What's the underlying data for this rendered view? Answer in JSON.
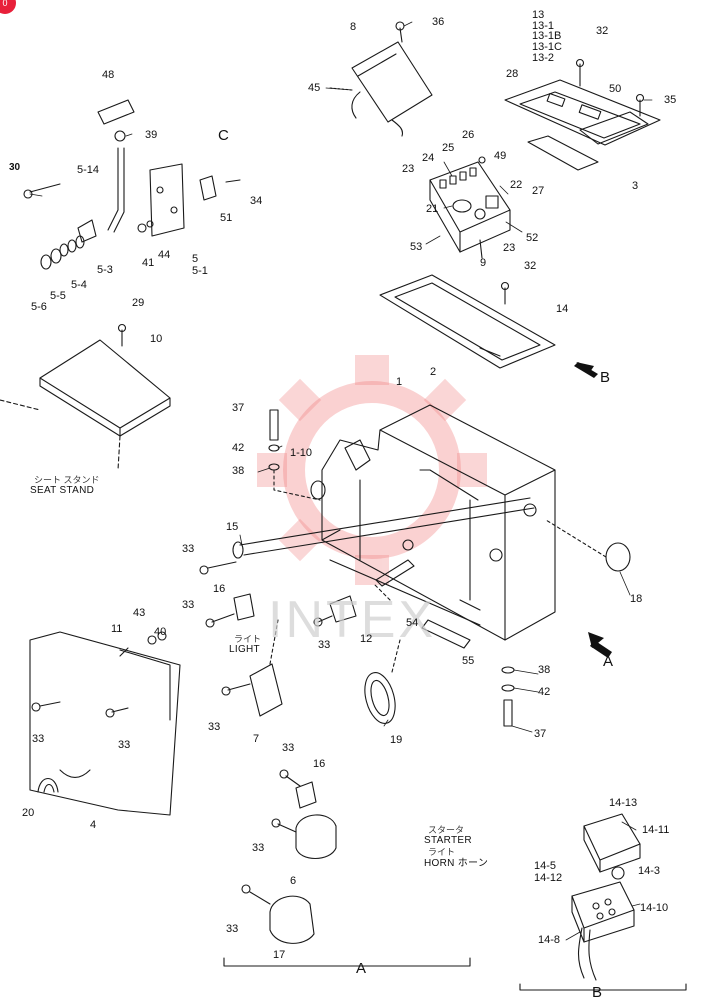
{
  "corner_badge": "0",
  "watermark": "INTEX",
  "view_labels": {
    "a": "A",
    "b": "B",
    "c": "C",
    "a_bottom": "A",
    "b_bottom": "B"
  },
  "text_labels": {
    "seat_stand_jp": "シート スタンド",
    "seat_stand": "SEAT STAND",
    "light_jp": "ライト",
    "light": "LIGHT",
    "starter_jp": "スタータ",
    "starter": "STARTER",
    "light_jp2": "ライト",
    "horn": "HORN ホーン"
  },
  "parts": {
    "p8": "8",
    "p36": "36",
    "p45": "45",
    "p13": "13",
    "p13_1": "13-1",
    "p13_1b": "13-1B",
    "p13_1c": "13-1C",
    "p13_2": "13-2",
    "p32a": "32",
    "p28": "28",
    "p50": "50",
    "p35": "35",
    "p3": "3",
    "p26": "26",
    "p25": "25",
    "p24": "24",
    "p23a": "23",
    "p49": "49",
    "p22": "22",
    "p27": "27",
    "p21": "21",
    "p52": "52",
    "p53": "53",
    "p9": "9",
    "p23b": "23",
    "p32b": "32",
    "p14": "14",
    "p48": "48",
    "p39": "39",
    "p30": "30",
    "p5_14": "5-14",
    "p34": "34",
    "p51": "51",
    "p44": "44",
    "p41": "41",
    "p5": "5",
    "p5_1": "5-1",
    "p5_3": "5-3",
    "p5_4": "5-4",
    "p5_5": "5-5",
    "p5_6": "5-6",
    "p29": "29",
    "p10": "10",
    "p1": "1",
    "p2": "2",
    "p37a": "37",
    "p42a": "42",
    "p1_10": "1-10",
    "p38a": "38",
    "p15": "15",
    "p33a": "33",
    "p16a": "16",
    "p33b": "33",
    "p12": "12",
    "p33c": "33",
    "p54": "54",
    "p55": "55",
    "p18": "18",
    "p43": "43",
    "p40": "40",
    "p11": "11",
    "p33d": "33",
    "p7": "7",
    "p33e": "33",
    "p33f": "33",
    "p38b": "38",
    "p42b": "42",
    "p37b": "37",
    "p19": "19",
    "p20": "20",
    "p4": "4",
    "p33g": "33",
    "p16b": "16",
    "p33h": "33",
    "p6": "6",
    "p33i": "33",
    "p17": "17",
    "p14_13": "14-13",
    "p14_11": "14-11",
    "p14_5": "14-5",
    "p14_12": "14-12",
    "p14_3": "14-3",
    "p14_10": "14-10",
    "p14_8": "14-8"
  },
  "colors": {
    "line": "#1a1a1a",
    "watermark_gear": "#f07a7a",
    "badge": "#e8203a"
  }
}
